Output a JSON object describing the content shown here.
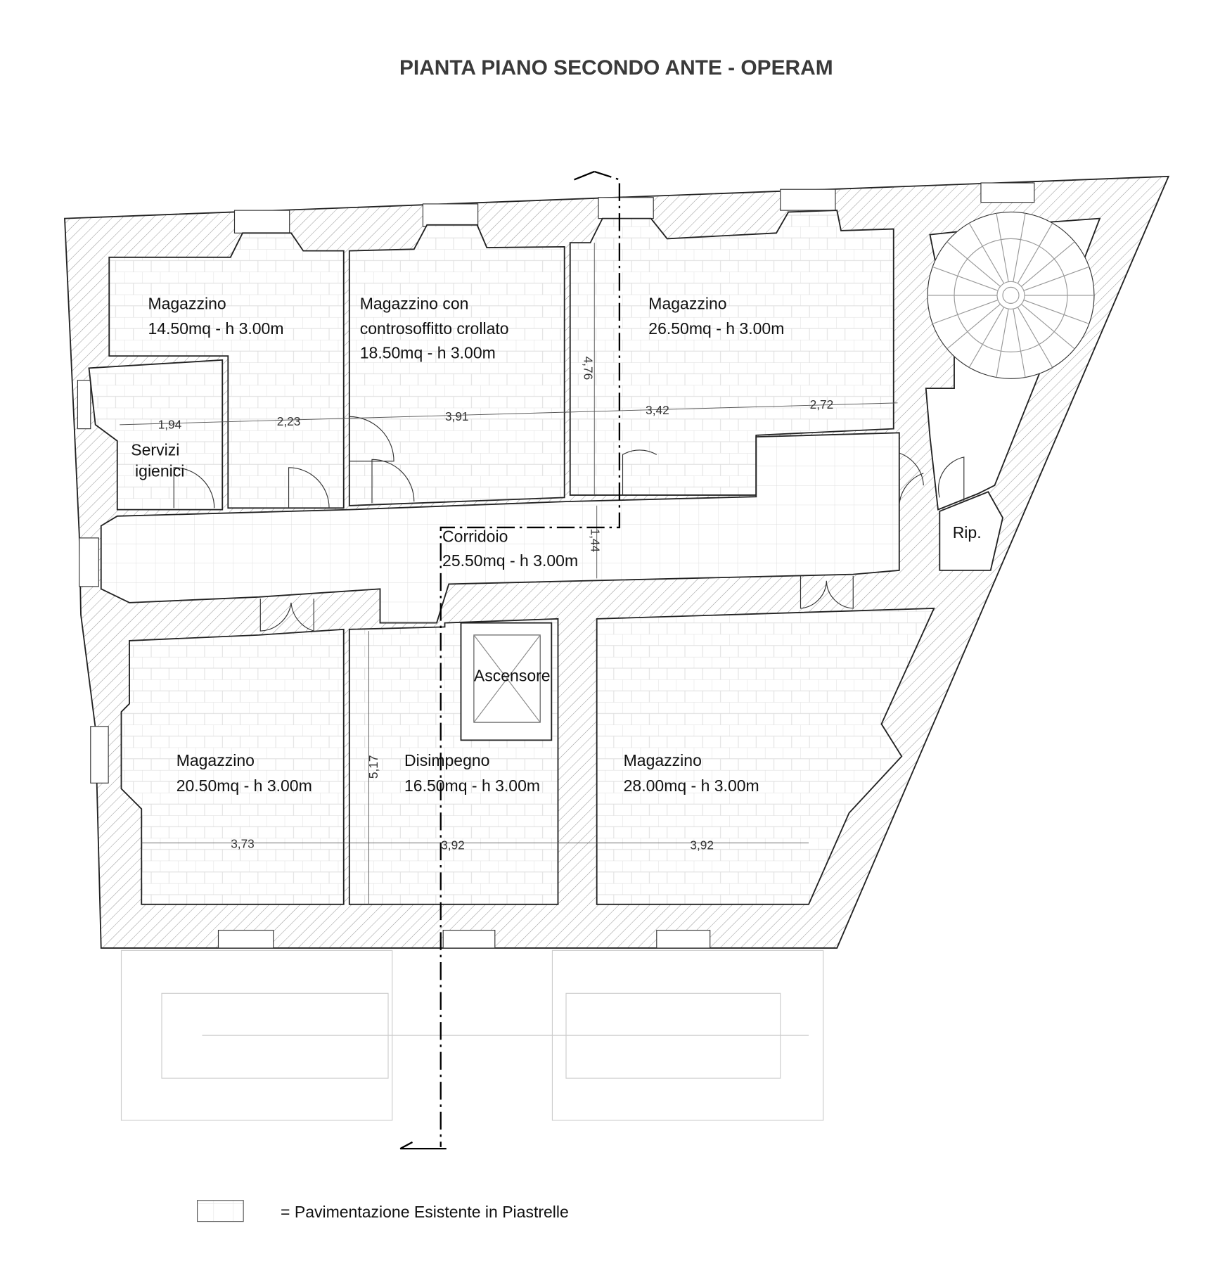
{
  "title": "PIANTA PIANO SECONDO ANTE - OPERAM",
  "rooms": {
    "magazzino_1": {
      "name": "Magazzino",
      "info": "14.50mq - h 3.00m"
    },
    "magazzino_2": {
      "name": "Magazzino con",
      "name2": "controsoffitto crollato",
      "info": "18.50mq - h 3.00m"
    },
    "magazzino_3": {
      "name": "Magazzino",
      "info": "26.50mq - h 3.00m"
    },
    "servizi": {
      "name": "Servizi",
      "name2": "igienici"
    },
    "corridoio": {
      "name": "Corridoio",
      "info": "25.50mq - h 3.00m"
    },
    "ripostiglio": {
      "name": "Rip."
    },
    "ascensore": {
      "name": "Ascensore"
    },
    "magazzino_4": {
      "name": "Magazzino",
      "info": "20.50mq - h 3.00m"
    },
    "disimpegno": {
      "name": "Disimpegno",
      "info": "16.50mq - h 3.00m"
    },
    "magazzino_5": {
      "name": "Magazzino",
      "info": "28.00mq - h 3.00m"
    }
  },
  "dimensions": {
    "d1": "1,94",
    "d2": "2,23",
    "d3": "3,91",
    "d4": "3,42",
    "d5": "2,72",
    "d6": "4,76",
    "d7": "1,44",
    "d8": "5,17",
    "d9": "3,73",
    "d10": "3,92",
    "d11": "3,92"
  },
  "legend": {
    "label": "= Pavimentazione Esistente in Piastrelle"
  }
}
